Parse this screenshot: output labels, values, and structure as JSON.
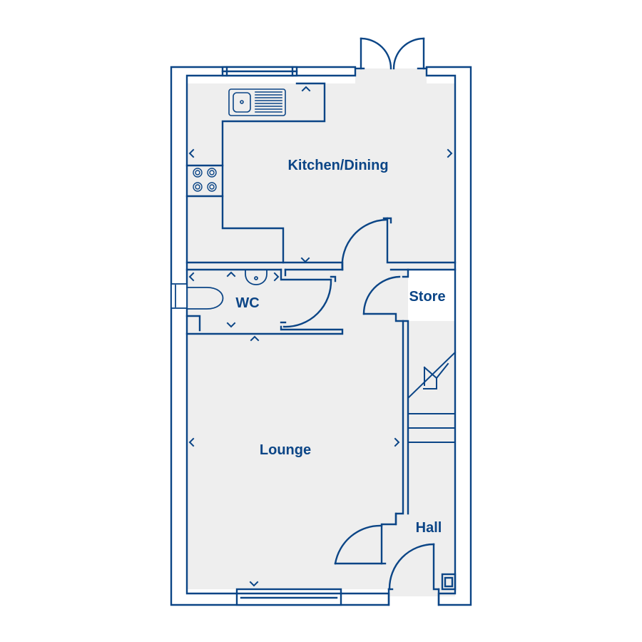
{
  "colors": {
    "wall": "#0b4586",
    "floor": "#eeeeee",
    "background": "#ffffff"
  },
  "rooms": {
    "kitchen": "Kitchen/Dining",
    "wc": "WC",
    "store": "Store",
    "lounge": "Lounge",
    "hall": "Hall"
  },
  "fixtures": [
    "sink-icon",
    "hob-icon",
    "toilet-icon",
    "basin-icon",
    "staircase",
    "french-doors",
    "window"
  ]
}
